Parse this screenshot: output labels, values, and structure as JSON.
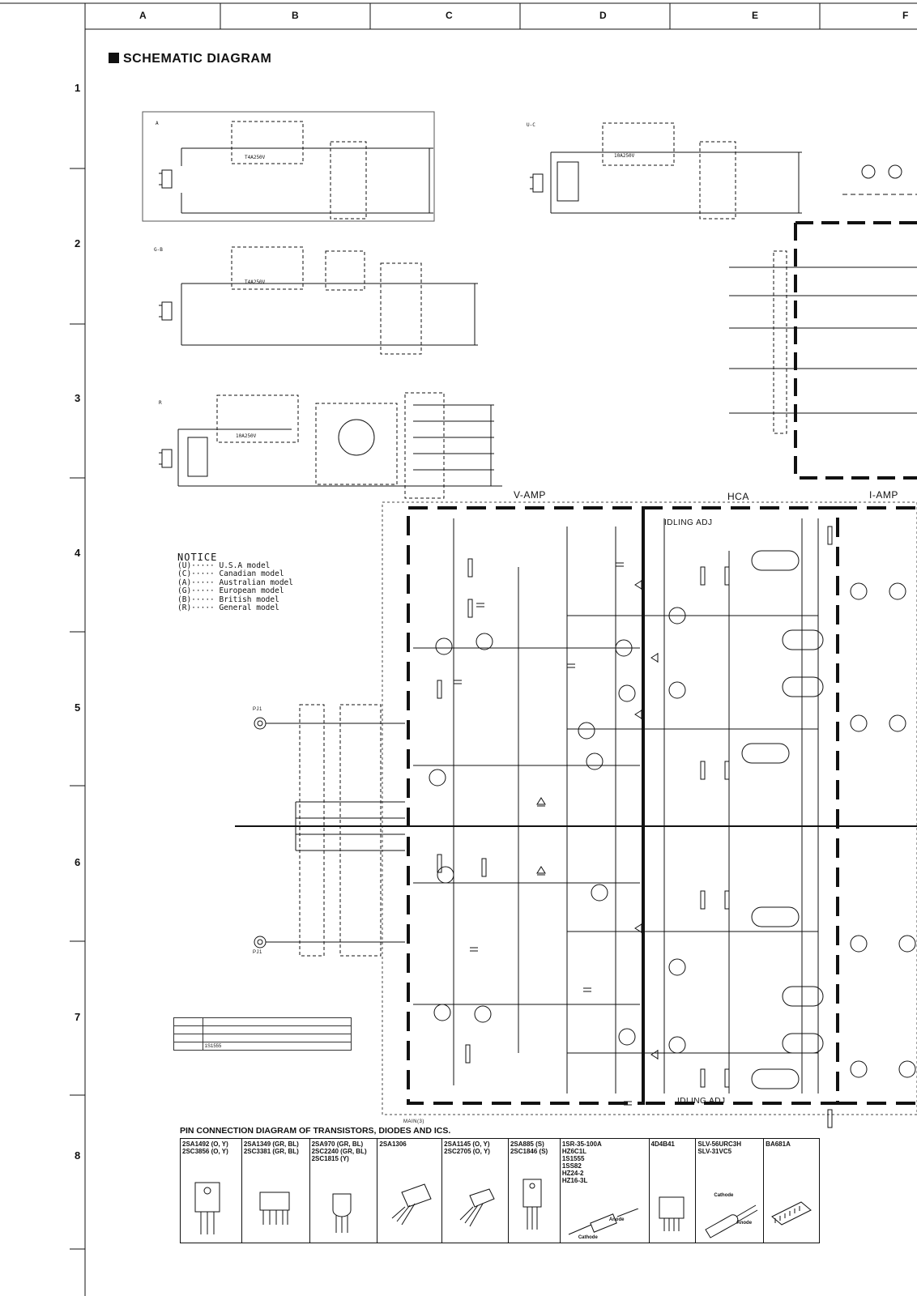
{
  "title": "SCHEMATIC DIAGRAM",
  "grid": {
    "columns": [
      "A",
      "B",
      "C",
      "D",
      "E",
      "F"
    ],
    "rows": [
      "1",
      "2",
      "3",
      "4",
      "5",
      "6",
      "7",
      "8"
    ]
  },
  "sections": {
    "vamp": "V-AMP",
    "hca": "HCA",
    "iamp": "I-AMP",
    "idling_top": "IDLING ADJ",
    "idling_bottom": "IDLING ADJ",
    "main3": "MAIN(3)"
  },
  "power_blocks": [
    {
      "tag": "A",
      "fuse": "T4A250V"
    },
    {
      "tag": "U-C",
      "fuse": "10A250V"
    },
    {
      "tag": "G-B",
      "fuse": "T4A250V"
    },
    {
      "tag": "R",
      "fuse": "10A250V"
    }
  ],
  "notice": {
    "heading": "NOTICE",
    "lines": [
      "(U)····· U.S.A model",
      "(C)····· Canadian  model",
      "(A)····· Australian model",
      "(G)····· European model",
      "(B)····· British model",
      "(R)····· General  model"
    ]
  },
  "inputs": {
    "upper": "PJ1",
    "lower": "PJ1"
  },
  "diode_legend": {
    "value": "1S1555"
  },
  "pin_title": "PIN CONNECTION DIAGRAM OF TRANSISTORS, DIODES AND ICS.",
  "pin_cells": [
    {
      "label": "2SA1492 (O, Y)\n2SC3856 (O, Y)",
      "icon": "to3p-transistor-icon"
    },
    {
      "label": "2SA1349 (GR, BL)\n2SC3381 (GR, BL)",
      "icon": "dual-transistor-icon"
    },
    {
      "label": "2SA970 (GR, BL)\n2SC2240 (GR, BL)\n2SC1815 (Y)",
      "icon": "to92-transistor-icon"
    },
    {
      "label": "2SA1306",
      "icon": "to220-transistor-icon"
    },
    {
      "label": "2SA1145 (O, Y)\n2SC2705 (O, Y)",
      "icon": "to92l-transistor-icon"
    },
    {
      "label": "2SA885 (S)\n2SC1846 (S)",
      "icon": "to126-transistor-icon"
    },
    {
      "label": "1SR-35-100A\nHZ6C1L\n1S1555\n1SS82\nHZ24-2\nHZ16-3L",
      "icon": "diode-icon",
      "marks": [
        "Anode",
        "Cathode"
      ]
    },
    {
      "label": "4D4B41",
      "icon": "bridge-rectifier-icon"
    },
    {
      "label": "SLV-56URC3H\nSLV-31VC5",
      "icon": "led-icon",
      "marks": [
        "Cathode",
        "Anode"
      ]
    },
    {
      "label": "BA681A",
      "icon": "ic-dip-icon"
    }
  ]
}
